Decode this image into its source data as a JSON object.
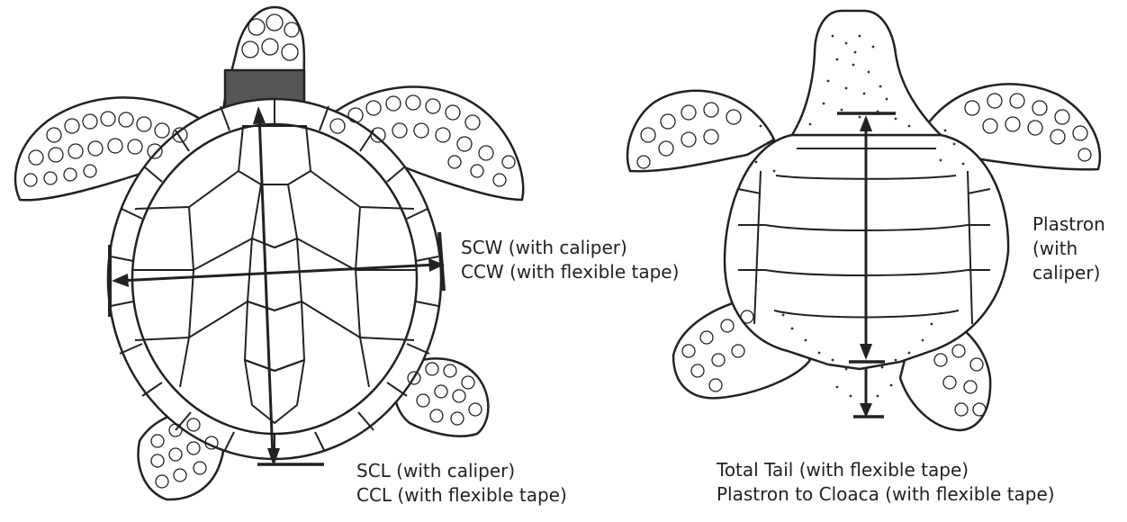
{
  "labels": {
    "width": [
      "SCW (with caliper)",
      "CCW (with flexible tape)"
    ],
    "length": [
      "SCL (with caliper)",
      "CCL (with flexible tape)"
    ],
    "plastron": [
      "Plastron",
      "(with",
      "caliper)"
    ],
    "tail": [
      "Total Tail (with flexible tape)",
      "Plastron to Cloaca (with flexible tape)"
    ]
  },
  "colors": {
    "ink": "#222222",
    "stipple": "#333333",
    "paper": "#ffffff"
  }
}
